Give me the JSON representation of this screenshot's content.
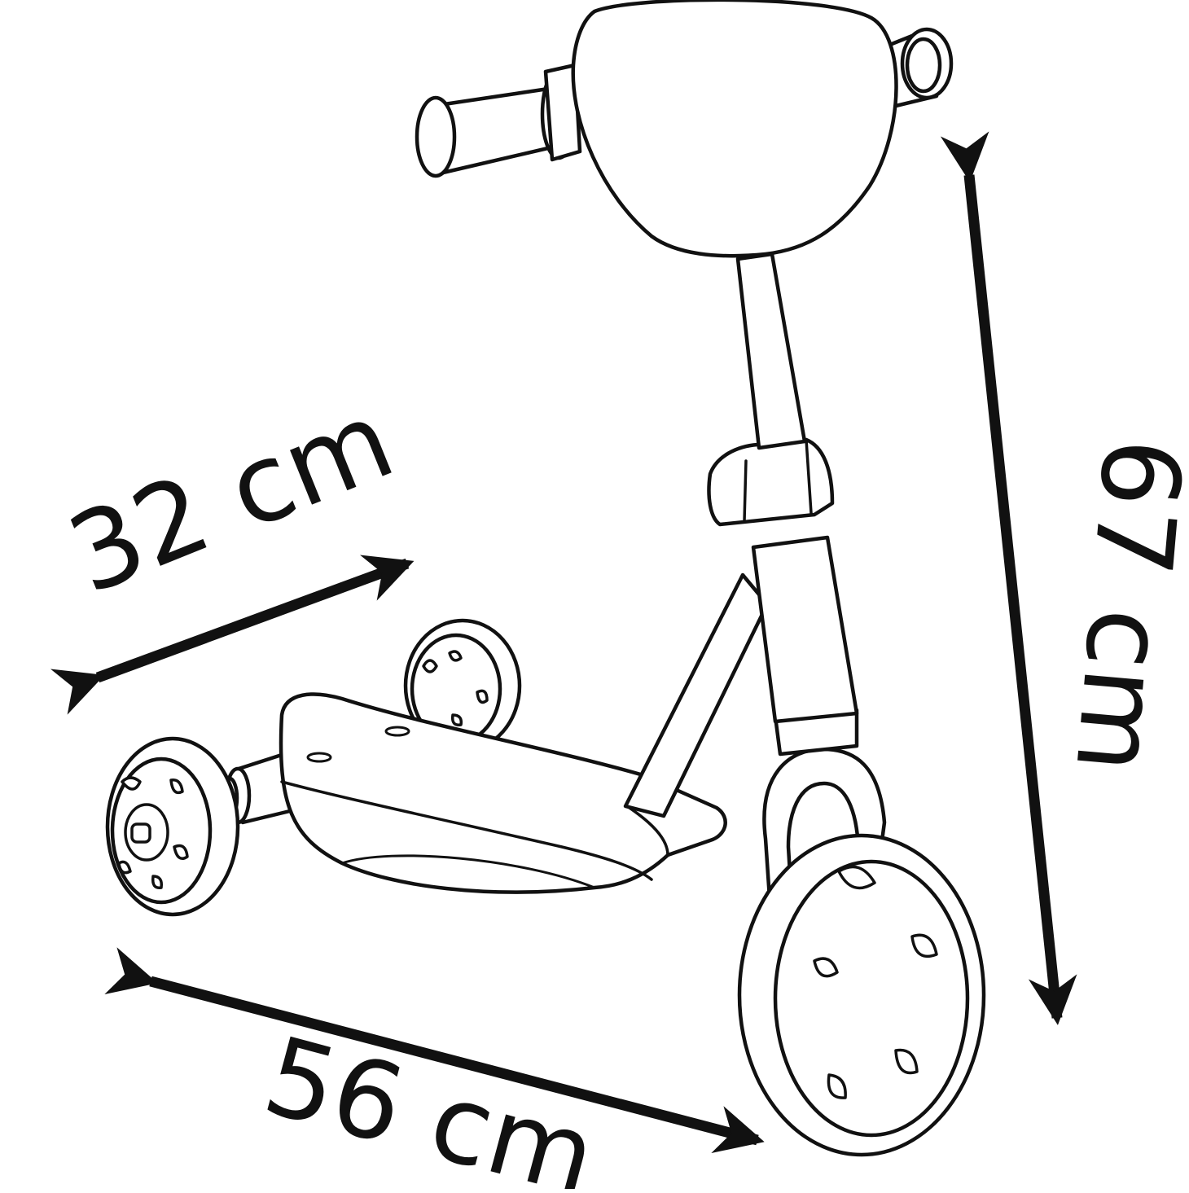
{
  "colors": {
    "ink": "#111111",
    "background": "#ffffff"
  },
  "dimensions": {
    "width_label": "32 cm",
    "length_label": "56 cm",
    "height_label": "67 cm"
  },
  "illustration": {
    "subject": "three-wheel-scooter"
  }
}
